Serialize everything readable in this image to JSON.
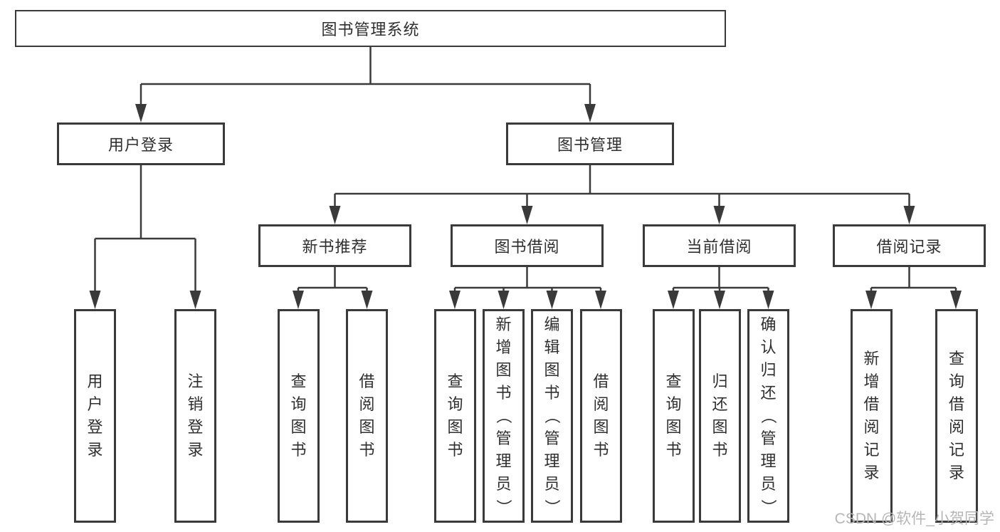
{
  "diagram": {
    "root": {
      "label": "图书管理系统"
    },
    "branches": [
      {
        "label": "用户登录",
        "leaves": [
          {
            "label": "用户登录"
          },
          {
            "label": "注销登录"
          }
        ]
      },
      {
        "label": "图书管理",
        "groups": [
          {
            "label": "新书推荐",
            "leaves": [
              {
                "label": "查询图书"
              },
              {
                "label": "借阅图书"
              }
            ]
          },
          {
            "label": "图书借阅",
            "leaves": [
              {
                "label": "查询图书"
              },
              {
                "label": "新增图书（管理员）"
              },
              {
                "label": "编辑图书（管理员）"
              },
              {
                "label": "借阅图书"
              }
            ]
          },
          {
            "label": "当前借阅",
            "leaves": [
              {
                "label": "查询图书"
              },
              {
                "label": "归还图书"
              },
              {
                "label": "确认归还（管理员）"
              }
            ]
          },
          {
            "label": "借阅记录",
            "leaves": [
              {
                "label": "新增借阅记录"
              },
              {
                "label": "查询借阅记录"
              }
            ]
          }
        ]
      }
    ]
  },
  "watermark": {
    "text": "CSDN @软件_小贺同学"
  },
  "colors": {
    "line": "#3a3a3a",
    "text": "#2f2f2f",
    "watermark": "#b6b6b6",
    "background": "#ffffff"
  }
}
